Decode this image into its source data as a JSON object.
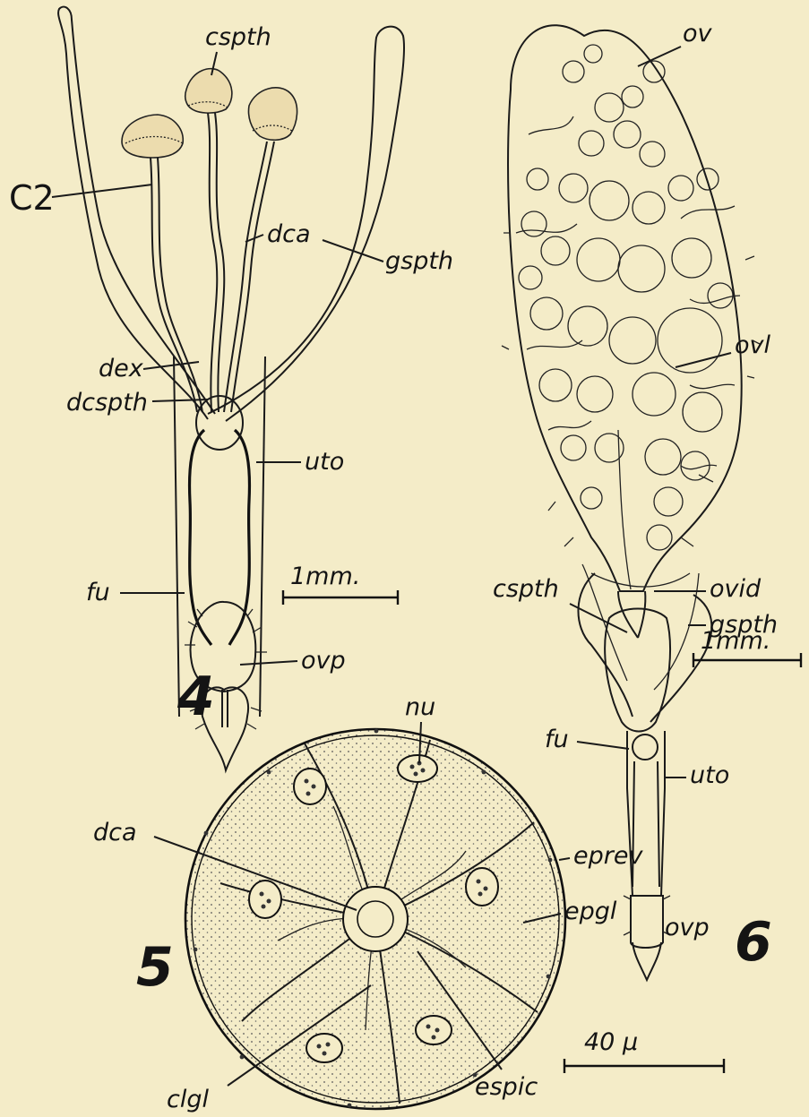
{
  "figures": {
    "fig4": {
      "number": "4",
      "labels": {
        "c2": "C2",
        "cspth": "cspth",
        "dca": "dca",
        "gspth": "gspth",
        "dex": "dex",
        "dcspth": "dcspth",
        "uto": "uto",
        "fu": "fu",
        "ovp": "ovp"
      },
      "scale_bar": "1mm."
    },
    "fig5": {
      "number": "5",
      "labels": {
        "nu": "nu",
        "dca": "dca",
        "eprev": "eprev",
        "epgl": "epgl",
        "clgl": "clgl",
        "espic": "espic"
      },
      "scale_bar": "40 μ"
    },
    "fig6": {
      "number": "6",
      "labels": {
        "ov": "ov",
        "ovl": "ovl",
        "cspth": "cspth",
        "ovid": "ovid",
        "gspth": "gspth",
        "fu": "fu",
        "uto": "uto",
        "ovp": "ovp"
      },
      "scale_bar": "1mm."
    }
  }
}
